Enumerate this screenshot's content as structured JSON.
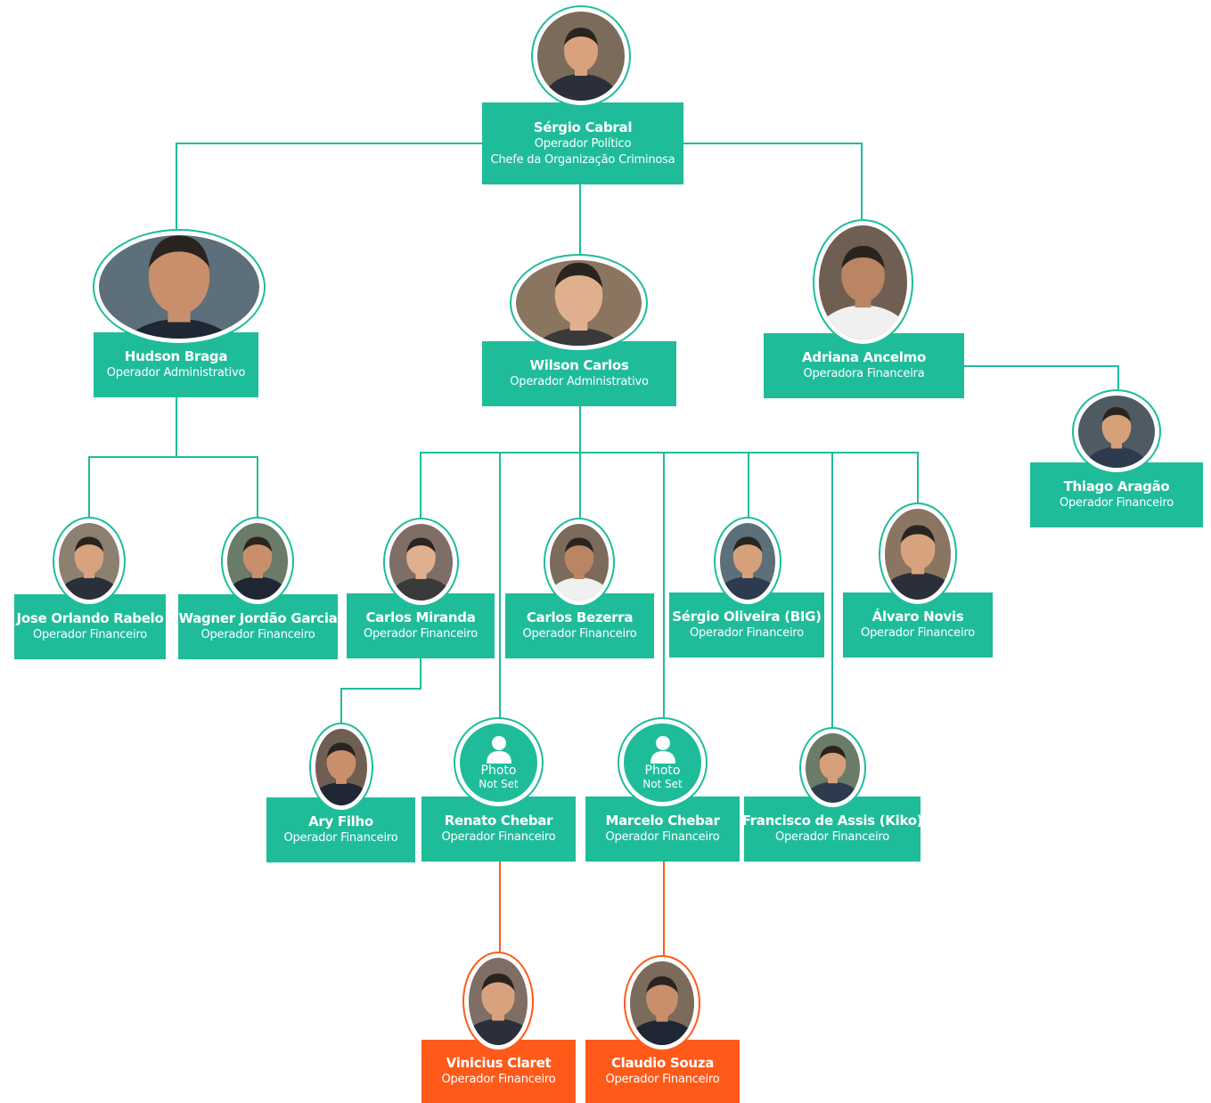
{
  "colors": {
    "teal": "#1fbc9a",
    "orange": "#ff5a1a",
    "ring_teal": "#1fbc9a",
    "ring_orange": "#ff5a1a"
  },
  "nodes": {
    "sergio_cabral": {
      "name": "Sérgio Cabral",
      "role": "Operador Político",
      "role2": "Chefe da Organização Criminosa",
      "color": "teal",
      "photo": "portrait"
    },
    "hudson_braga": {
      "name": "Hudson Braga",
      "role": "Operador Administrativo",
      "color": "teal",
      "photo": "portrait"
    },
    "wilson_carlos": {
      "name": "Wilson Carlos",
      "role": "Operador Administrativo",
      "color": "teal",
      "photo": "portrait"
    },
    "adriana_ancelmo": {
      "name": "Adriana Ancelmo",
      "role": "Operadora Financeira",
      "color": "teal",
      "photo": "portrait"
    },
    "thiago_aragao": {
      "name": "Thiago Aragão",
      "role": "Operador Financeiro",
      "color": "teal",
      "photo": "portrait"
    },
    "jose_orlando_rabelo": {
      "name": "Jose Orlando Rabelo",
      "role": "Operador Financeiro",
      "color": "teal",
      "photo": "portrait"
    },
    "wagner_jordao_garcia": {
      "name": "Wagner Jordão Garcia",
      "role": "Operador Financeiro",
      "color": "teal",
      "photo": "portrait"
    },
    "carlos_miranda": {
      "name": "Carlos Miranda",
      "role": "Operador Financeiro",
      "color": "teal",
      "photo": "portrait"
    },
    "carlos_bezerra": {
      "name": "Carlos Bezerra",
      "role": "Operador Financeiro",
      "color": "teal",
      "photo": "portrait"
    },
    "sergio_oliveira": {
      "name": "Sérgio Oliveira (BIG)",
      "role": "Operador Financeiro",
      "color": "teal",
      "photo": "portrait"
    },
    "alvaro_novis": {
      "name": "Álvaro Novis",
      "role": "Operador Financeiro",
      "color": "teal",
      "photo": "portrait"
    },
    "ary_filho": {
      "name": "Ary Filho",
      "role": "Operador Financeiro",
      "color": "teal",
      "photo": "portrait"
    },
    "renato_chebar": {
      "name": "Renato Chebar",
      "role": "Operador Financeiro",
      "color": "teal",
      "photo": "placeholder",
      "photo_text": "Photo",
      "photo_text2": "Not Set"
    },
    "marcelo_chebar": {
      "name": "Marcelo Chebar",
      "role": "Operador Financeiro",
      "color": "teal",
      "photo": "placeholder",
      "photo_text": "Photo",
      "photo_text2": "Not Set"
    },
    "francisco_de_assis": {
      "name": "Francisco de Assis (Kiko)",
      "role": "Operador Financeiro",
      "color": "teal",
      "photo": "portrait"
    },
    "vinicius_claret": {
      "name": "Vinicius Claret",
      "role": "Operador Financeiro",
      "color": "orange",
      "photo": "portrait"
    },
    "claudio_souza": {
      "name": "Claudio Souza",
      "role": "Operador Financeiro",
      "color": "orange",
      "photo": "portrait"
    }
  },
  "links": [
    {
      "from": "sergio_cabral",
      "to": "hudson_braga",
      "color": "teal"
    },
    {
      "from": "sergio_cabral",
      "to": "wilson_carlos",
      "color": "teal"
    },
    {
      "from": "sergio_cabral",
      "to": "adriana_ancelmo",
      "color": "teal"
    },
    {
      "from": "adriana_ancelmo",
      "to": "thiago_aragao",
      "color": "teal"
    },
    {
      "from": "hudson_braga",
      "to": "jose_orlando_rabelo",
      "color": "teal"
    },
    {
      "from": "hudson_braga",
      "to": "wagner_jordao_garcia",
      "color": "teal"
    },
    {
      "from": "wilson_carlos",
      "to": "carlos_miranda",
      "color": "teal"
    },
    {
      "from": "wilson_carlos",
      "to": "renato_chebar",
      "color": "teal"
    },
    {
      "from": "wilson_carlos",
      "to": "carlos_bezerra",
      "color": "teal"
    },
    {
      "from": "wilson_carlos",
      "to": "marcelo_chebar",
      "color": "teal"
    },
    {
      "from": "wilson_carlos",
      "to": "sergio_oliveira",
      "color": "teal"
    },
    {
      "from": "wilson_carlos",
      "to": "francisco_de_assis",
      "color": "teal"
    },
    {
      "from": "wilson_carlos",
      "to": "alvaro_novis",
      "color": "teal"
    },
    {
      "from": "carlos_miranda",
      "to": "ary_filho",
      "color": "teal"
    },
    {
      "from": "renato_chebar",
      "to": "vinicius_claret",
      "color": "orange"
    },
    {
      "from": "marcelo_chebar",
      "to": "claudio_souza",
      "color": "orange"
    }
  ]
}
